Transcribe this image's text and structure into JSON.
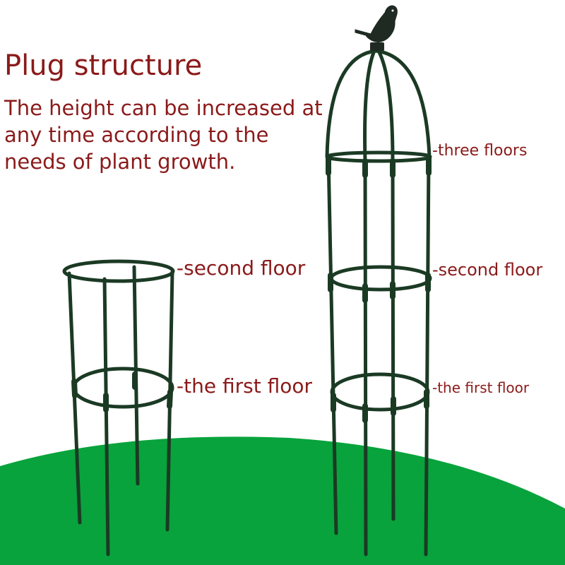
{
  "colors": {
    "text": "#8b1a1a",
    "ground": "#08a33c",
    "frame": "#1b3a24"
  },
  "title": "Plug structure",
  "description": [
    "The height can be increased at",
    "any time according to the",
    "needs of plant growth."
  ],
  "left_support": {
    "labels": {
      "second_floor": "-second floor",
      "first_floor": "-the first floor"
    }
  },
  "right_support": {
    "labels": {
      "three_floors": "-three floors",
      "second_floor": "-second floor",
      "first_floor": "-the first floor"
    },
    "topper": "bird-figurine"
  }
}
